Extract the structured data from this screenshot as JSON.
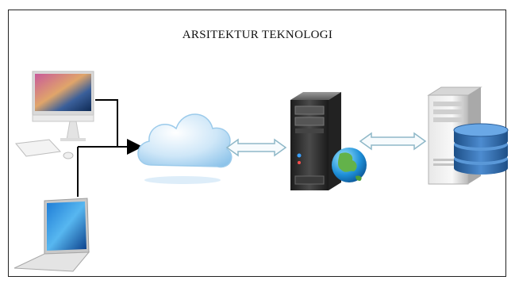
{
  "diagram": {
    "title": "ARSITEKTUR TEKNOLOGI",
    "nodes": [
      {
        "id": "desktop",
        "icon": "desktop-computer-icon"
      },
      {
        "id": "laptop",
        "icon": "laptop-icon"
      },
      {
        "id": "cloud",
        "icon": "cloud-icon"
      },
      {
        "id": "web-server",
        "icon": "web-server-icon"
      },
      {
        "id": "database-server",
        "icon": "database-server-icon"
      }
    ],
    "colors": {
      "cloud": "#9fd0f2",
      "arrow_outline": "#8fb8c8",
      "server_dark": "#2b2b2b",
      "database_blue": "#2f6fae"
    }
  }
}
